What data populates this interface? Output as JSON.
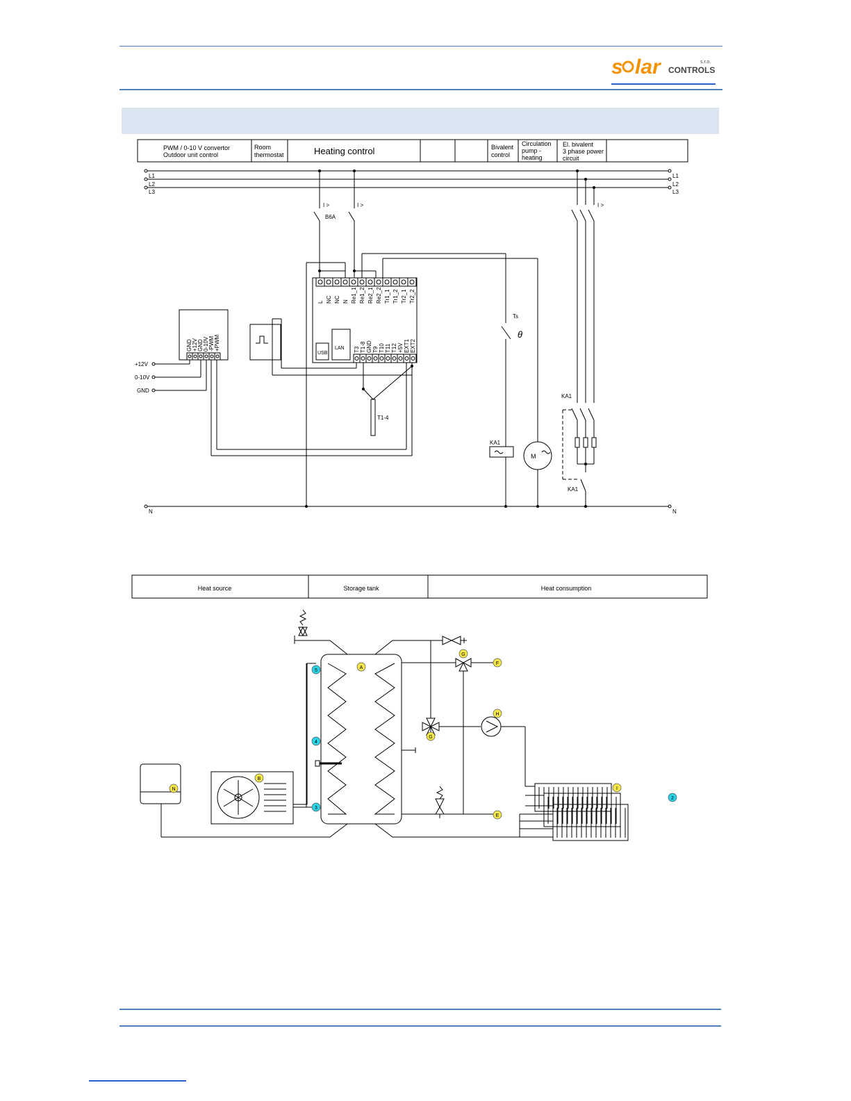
{
  "logo": {
    "part1": "s",
    "part2": "lar",
    "part3": "CONTROLS",
    "suffix": "s.r.o.",
    "brand_color": "#f39200",
    "text_color": "#444444"
  },
  "wiring": {
    "headers": [
      "PWM / 0-10 V convertor",
      "Outdoor unit control",
      "Room",
      "thermostat",
      "Heating control",
      "Bivalent",
      "control",
      "Circulation",
      "pump -",
      "heating",
      "El. bivalent",
      "3 phase power",
      "circuit"
    ],
    "phases": [
      "L1",
      "L2",
      "L3",
      "N"
    ],
    "breaker_symbol": "I >",
    "breaker_rating": "B6A",
    "top_terminals": [
      "L",
      "NC",
      "NC",
      "N",
      "Re1_1",
      "Re1_2",
      "Re2_1",
      "Re2_2",
      "Tr1_1",
      "Tr1_2",
      "Tr2_1",
      "Tr2_2"
    ],
    "bottom_terminals": [
      "T3",
      "T1-8",
      "GND",
      "T9",
      "T10",
      "T11",
      "T12",
      "+5V",
      "EXT1",
      "EXT2"
    ],
    "usb_label": "USB",
    "lan_label": "LAN",
    "converter_terminals": [
      "GND",
      "+12V",
      "GND",
      "0-10V",
      "-PWM",
      "+PWM"
    ],
    "converter_inputs": [
      "+12V",
      "0-10V",
      "GND"
    ],
    "sensor_label": "T1-4",
    "thermostat_label": "Ts",
    "theta": "θ",
    "contactor": "KA1",
    "motor": "M"
  },
  "hydraulic": {
    "headers": [
      "Heat source",
      "Storage tank",
      "Heat consumption"
    ],
    "markers": {
      "yellow": [
        "A",
        "B",
        "G",
        "F",
        "G",
        "H",
        "E",
        "I",
        "N"
      ],
      "cyan": [
        "5",
        "4",
        "3",
        "2"
      ]
    },
    "yellow_color": "#f5e64a",
    "cyan_color": "#2ad4e8"
  }
}
